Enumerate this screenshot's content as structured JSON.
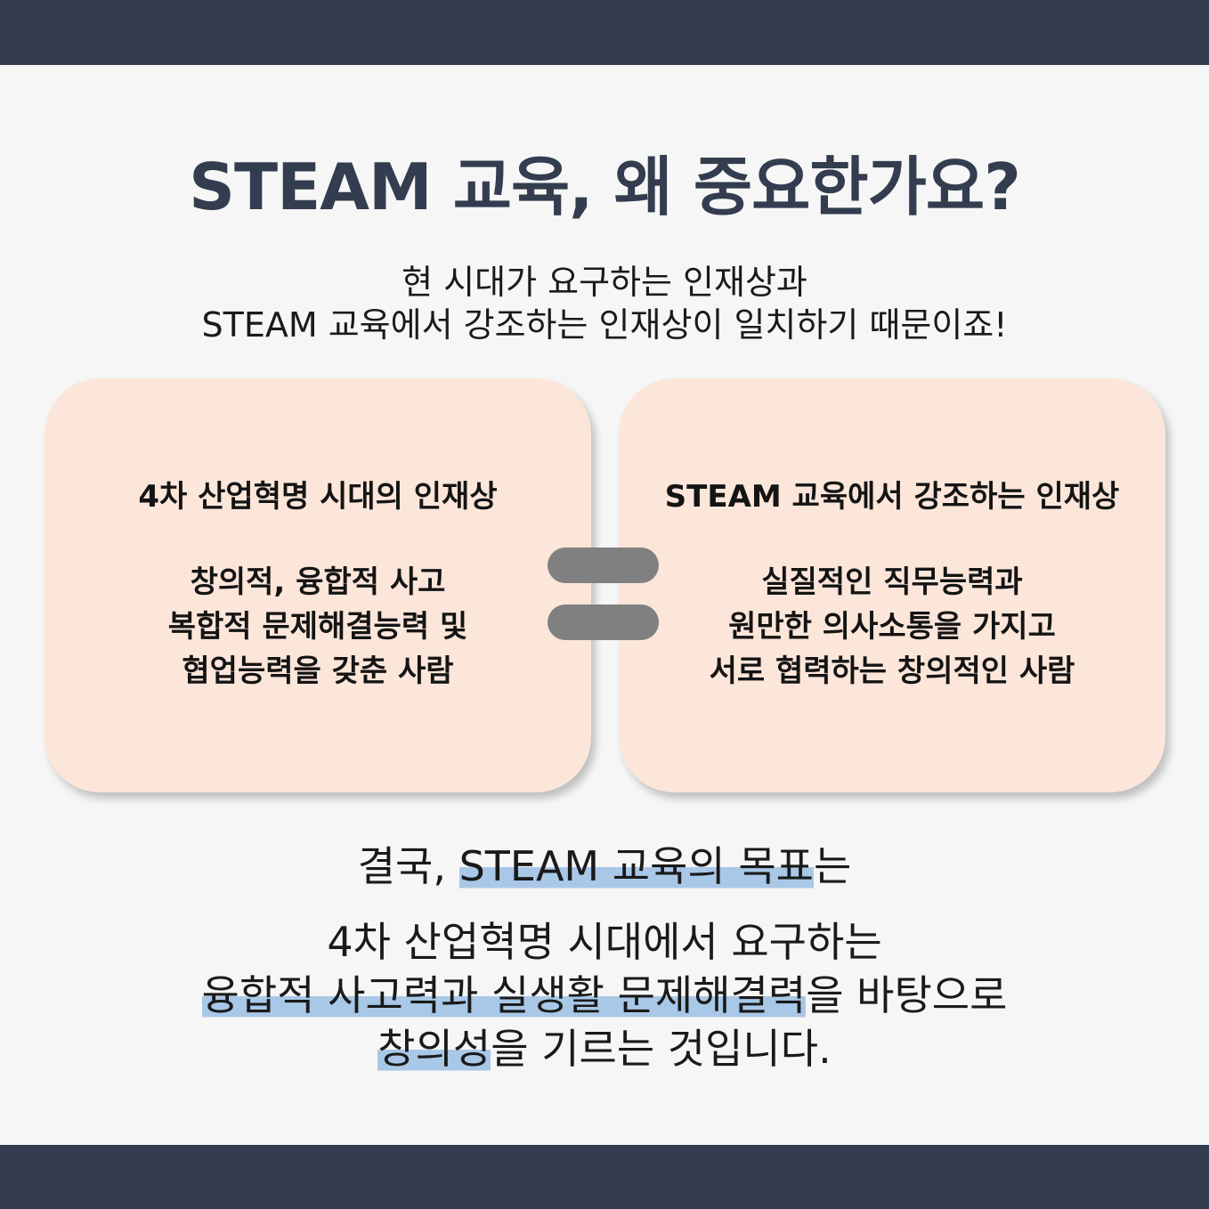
{
  "title": "STEAM 교육, 왜 중요한가요?",
  "subtitle": {
    "line1": "현 시대가 요구하는 인재상과",
    "line2": "STEAM 교육에서 강조하는 인재상이 일치하기 때문이죠!"
  },
  "left_card": {
    "heading": "4차 산업혁명 시대의 인재상",
    "lines": [
      "창의적, 융합적 사고",
      "복합적 문제해결능력 및",
      "협업능력을 갖춘 사람"
    ]
  },
  "right_card": {
    "heading": "STEAM 교육에서 강조하는 인재상",
    "lines": [
      "실질적인 직무능력과",
      "원만한 의사소통을 가지고",
      "서로 협력하는 창의적인 사람"
    ]
  },
  "conclusion": {
    "l1_pre": "결국, ",
    "l1_hl": "STEAM 교육의 목표",
    "l1_post": "는",
    "l2": "4차 산업혁명 시대에서 요구하는",
    "l3_hl": "융합적 사고력과 실생활 문제해결력",
    "l3_post": "을 바탕으로",
    "l4_hl": "창의성",
    "l4_post": "을 기르는 것입니다."
  },
  "colors": {
    "band": "#333d4f",
    "card": "#fce6da",
    "highlight": "#a9c8e8",
    "equals": "#808080"
  }
}
